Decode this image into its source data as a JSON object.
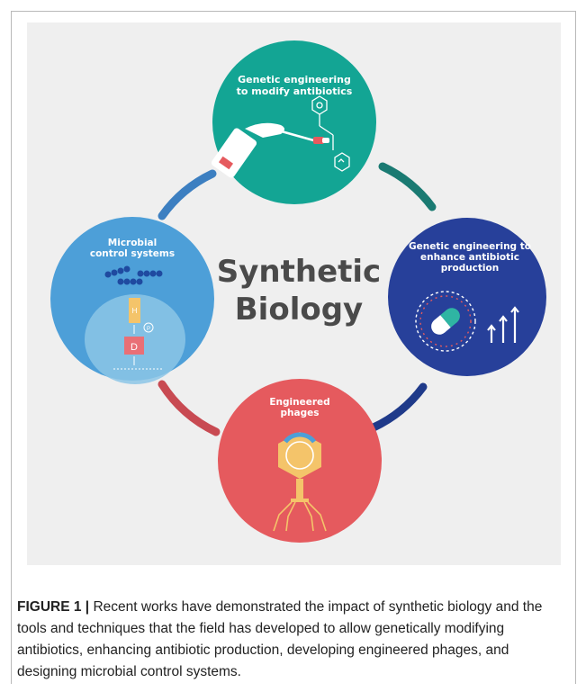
{
  "figure": {
    "center_title_line1": "Synthetic",
    "center_title_line2": "Biology",
    "nodes": {
      "top": {
        "lines": [
          "Genetic engineering",
          "to modify antibiotics"
        ],
        "color": "#13a594"
      },
      "right": {
        "lines": [
          "Genetic engineering to",
          "enhance antibiotic",
          "production"
        ],
        "color": "#27409a"
      },
      "bottom": {
        "lines": [
          "Engineered",
          "phages"
        ],
        "color": "#e55a5e"
      },
      "left": {
        "lines": [
          "Microbial",
          "control systems"
        ],
        "color": "#4d9fd8"
      }
    },
    "left_labels": {
      "h": "H",
      "p": "P",
      "d": "D"
    },
    "ring_colors": {
      "top_left": "#3c7fc1",
      "top_right": "#1a7a72",
      "bottom_right": "#1f3a8a",
      "bottom_left": "#c84a52"
    }
  },
  "caption": {
    "label": "FIGURE 1 |",
    "text": " Recent works have demonstrated the impact of synthetic biology and the tools and techniques that the field has developed to allow genetically modifying antibiotics, enhancing antibiotic production, developing engineered phages, and designing microbial control systems."
  }
}
